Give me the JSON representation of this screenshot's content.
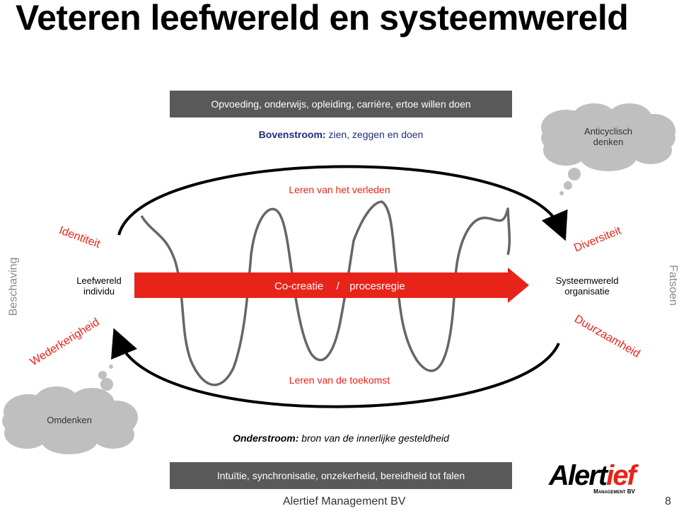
{
  "title": "Veteren leefwereld en systeemwereld",
  "top_bar": "Opvoeding, onderwijs, opleiding, carrière, ertoe willen doen",
  "bovenstroom": {
    "label": "Bovenstroom:",
    "text": " zien, zeggen en doen"
  },
  "leren_verleden": "Leren van het verleden",
  "leren_toekomst": "Leren van de toekomst",
  "cloud_top": {
    "line1": "Anticyclisch",
    "line2": "denken"
  },
  "cloud_bottom": "Omdenken",
  "left_node": {
    "line1": "Leefwereld",
    "line2": "individu"
  },
  "right_node": {
    "line1": "Systeemwereld",
    "line2": "organisatie"
  },
  "arrow": {
    "left": "Co-creatie",
    "sep": "/",
    "right": "procesregie"
  },
  "identiteit": "Identiteit",
  "diversiteit": "Diversiteit",
  "wederkerigheid": "Wederkerigheid",
  "duurzaamheid": "Duurzaamheid",
  "beschaving": "Beschaving",
  "fatsoen": "Fatsoen",
  "onderstroom": {
    "label": "Onderstroom:",
    "text": " bron van de innerlijke gesteldheid"
  },
  "bottom_bar": "Intuïtie, synchronisatie, onzekerheid, bereidheid tot falen",
  "logo": {
    "main": "Alert",
    "accent": "ief",
    "sub": "Management BV"
  },
  "footer": "Alertief Management BV",
  "page_number": "8",
  "colors": {
    "red": "#e8231a",
    "dark_bar": "#595959",
    "cloud": "#bfbfbf"
  }
}
